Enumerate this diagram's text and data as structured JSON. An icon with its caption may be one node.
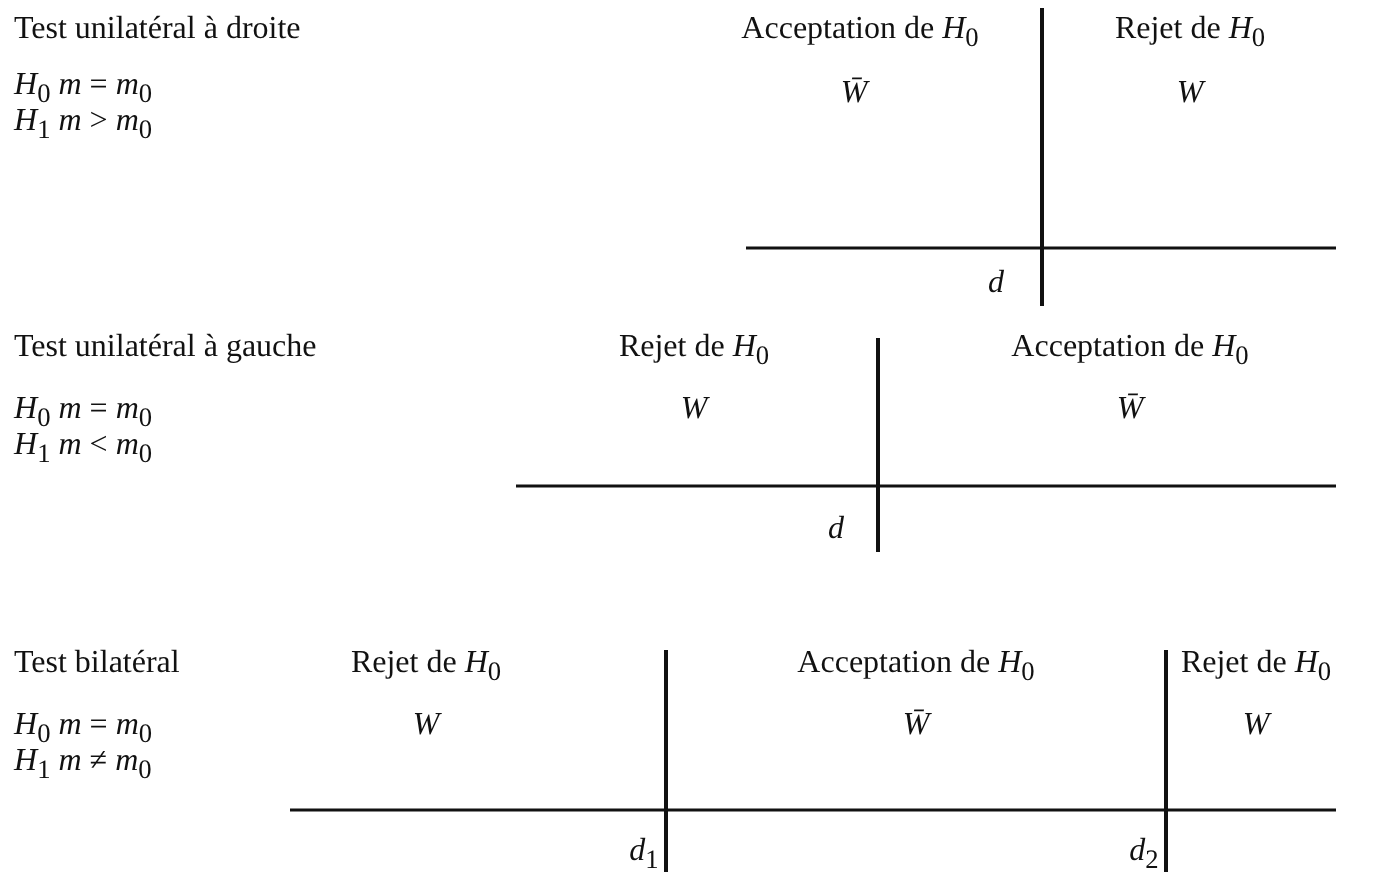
{
  "diagram": {
    "labels": [
      "Test unilatéral à droite",
      "Acceptation de *H*$_{0}$",
      "Rejet de *H*$_{0}$",
      "*H*$_{0}$ *m* = *m*$_{0}$",
      "W̄",
      "W",
      "*H*$_{1}$ *m* > *m*$_{0}$",
      "d",
      "Test unilatéral à gauche",
      "Rejet de *H*$_{0}$",
      "Acceptation de *H*$_{0}$",
      "*H*$_{0}$ *m* = *m*$_{0}$",
      "W",
      "W̄",
      "*H*$_{1}$ *m* < *m*$_{0}$",
      "d",
      "Test bilatéral",
      "Rejet de *H*$_{0}$",
      "Acceptation de *H*$_{0}$",
      "Rejet de *H*$_{0}$",
      "*H*$_{0}$ *m* = *m*$_{0}$",
      "W",
      "W̄",
      "W",
      "*H*$_{1}$ *m* ≠ *m*$_{0}$",
      "*d*$_{1}$",
      "*d*$_{2}$"
    ]
  }
}
